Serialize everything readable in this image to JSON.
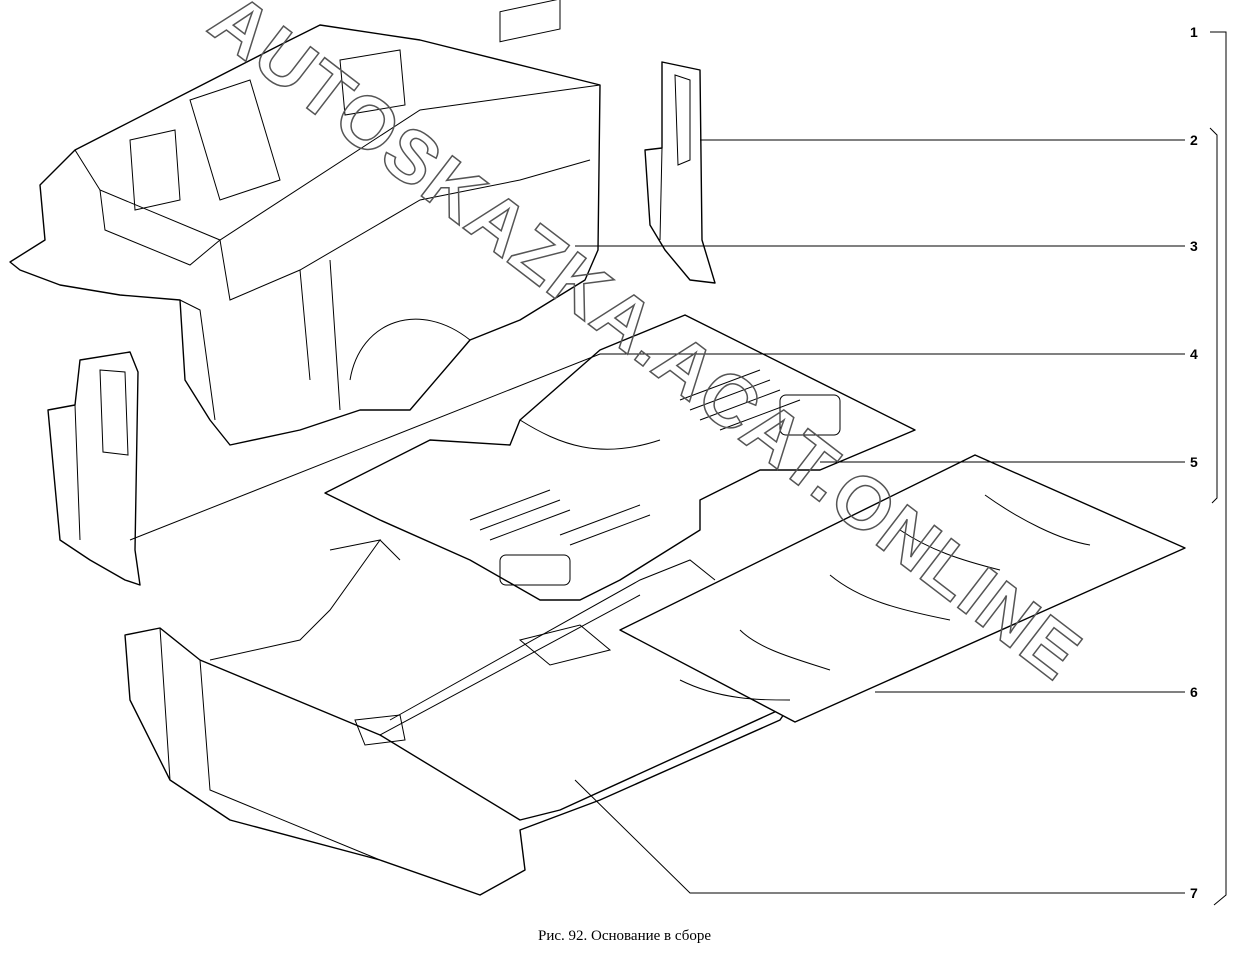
{
  "caption": "Рис. 92. Основание в сборе",
  "labels": [
    "1",
    "2",
    "3",
    "4",
    "5",
    "6",
    "7"
  ],
  "watermark": "AUTOSKAZKA.ACAT.ONLINE"
}
